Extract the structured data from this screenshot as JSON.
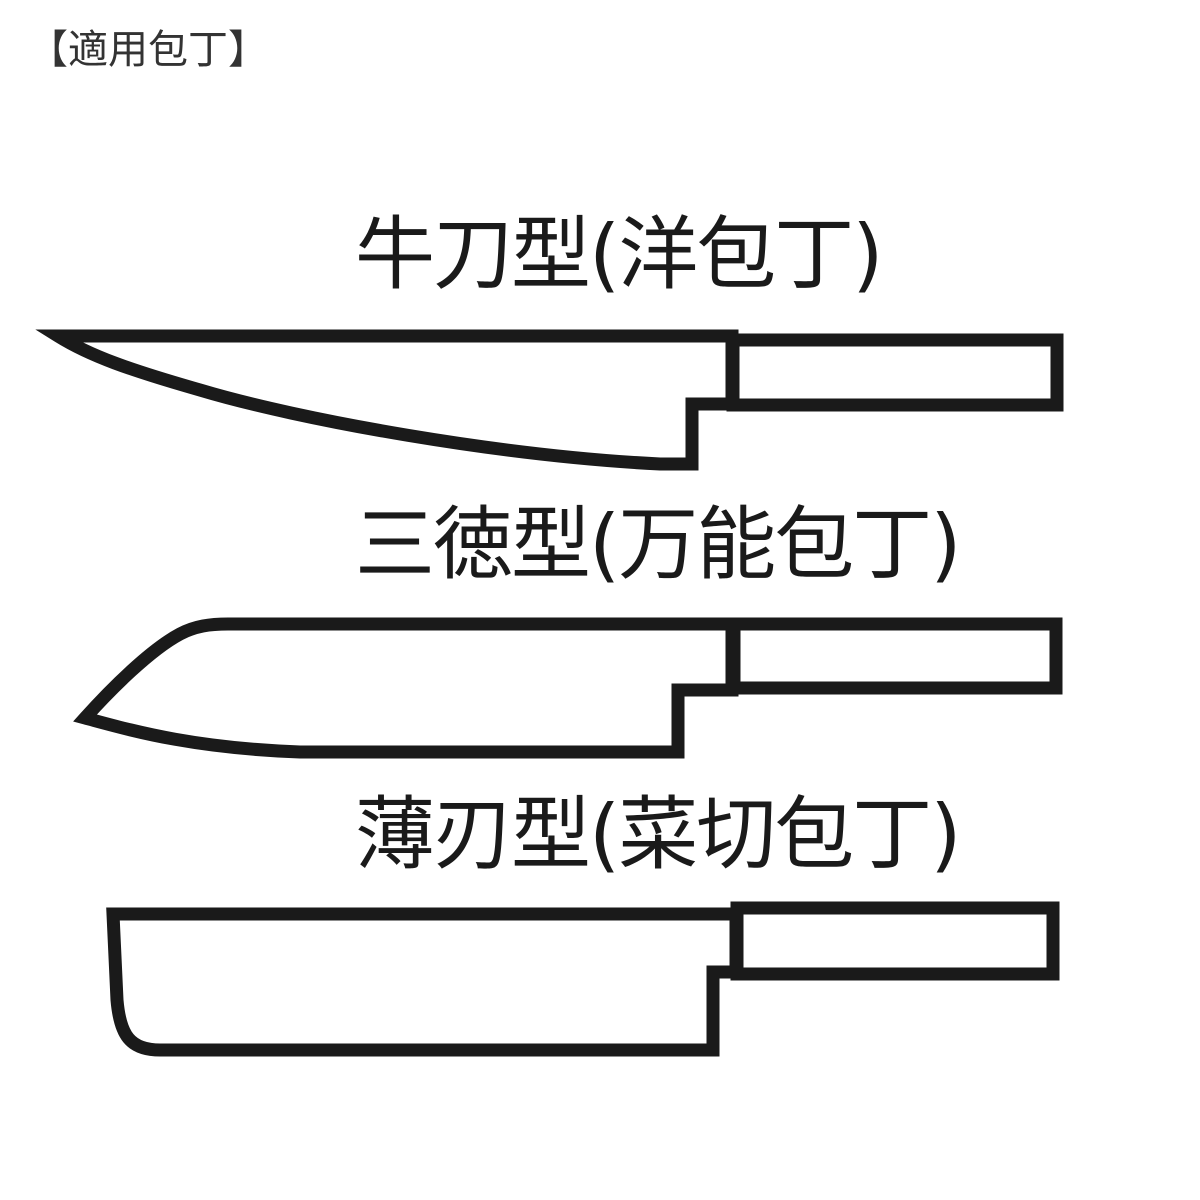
{
  "header": {
    "title": "【適用包丁】"
  },
  "knives": [
    {
      "label": "牛刀型(洋包丁)"
    },
    {
      "label": "三徳型(万能包丁)"
    },
    {
      "label": "薄刃型(菜切包丁)"
    }
  ],
  "colors": {
    "line": "#1a1a1a",
    "background": "#ffffff"
  },
  "icons": [
    "gyuto-knife-outline",
    "santoku-knife-outline",
    "usuba-knife-outline"
  ]
}
